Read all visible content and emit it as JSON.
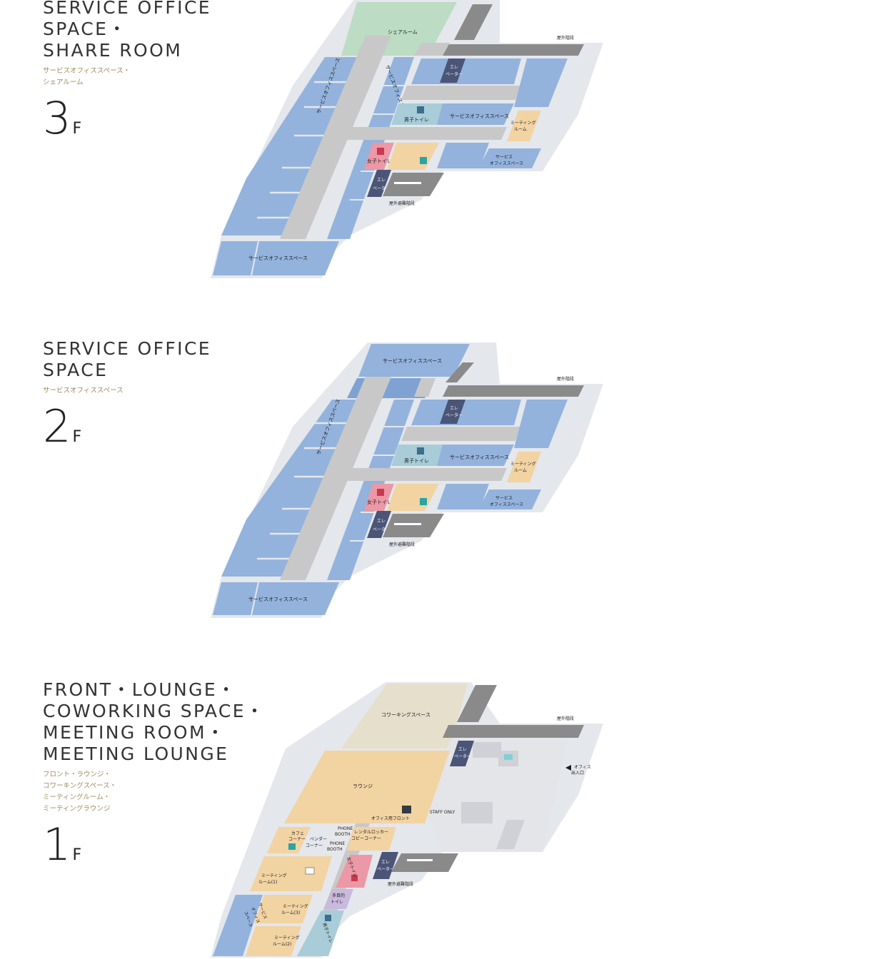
{
  "colors": {
    "office": "#93b3dd",
    "office_dark": "#7fa2d3",
    "corridor": "#c8c8c8",
    "share_room": "#bcdcc4",
    "meeting": "#f2d3a2",
    "lounge": "#f2d3a2",
    "coworking": "#e6dfcb",
    "mens_toilet": "#a8ccd8",
    "womens_toilet": "#ec98a6",
    "multi_toilet": "#c9b9dc",
    "elevator": "#4a5577",
    "stairs": "#8a8a8a",
    "staff_only": "#e4e5e8",
    "outline": "#d9dce2",
    "accent_text": "#a0895a"
  },
  "floors": [
    {
      "id": "3f",
      "title": "SERVICE OFFICE\nSPACE・\nSHARE ROOM",
      "subtitle": "サービスオフィススペース・\nシェアルーム",
      "number": "3",
      "unit": "F",
      "rooms": {
        "share_room": "シェアルーム",
        "office_left": "サービスオフィススペース",
        "office_mid": "サービスオフィススペース",
        "office_right": "サービスオフィススペース",
        "office_bottom": "サービスオフィススペース",
        "office_small_1": "サービス",
        "office_small_2": "オフィススペース",
        "meeting_1": "ミーティング",
        "meeting_2": "ルーム",
        "mens_toilet": "男子トイレ",
        "womens_toilet": "女子トイレ",
        "elevator_1": "エレ",
        "elevator_2": "ベーター",
        "outdoor_stairs": "屋外階段",
        "outdoor_evac_stairs": "屋外避難階段"
      }
    },
    {
      "id": "2f",
      "title": "SERVICE OFFICE\nSPACE",
      "subtitle": "サービスオフィススペース",
      "number": "2",
      "unit": "F",
      "rooms": {
        "office_top": "サービスオフィススペース",
        "office_left": "サービスオフィススペース",
        "office_right": "サービスオフィススペース",
        "office_bottom": "サービスオフィススペース",
        "office_small_1": "サービス",
        "office_small_2": "オフィススペース",
        "meeting_1": "ミーティング",
        "meeting_2": "ルーム",
        "mens_toilet": "男子トイレ",
        "womens_toilet": "女子トイレ",
        "elevator_1": "エレ",
        "elevator_2": "ベーター",
        "outdoor_stairs": "屋外階段",
        "outdoor_evac_stairs": "屋外避難階段"
      }
    },
    {
      "id": "1f",
      "title": "FRONT・LOUNGE・\nCOWORKING SPACE・\nMEETING ROOM・\nMEETING LOUNGE",
      "subtitle": "フロント・ラウンジ・\nコワーキングスペース・\nミーティングルーム・\nミーティングラウンジ",
      "number": "1",
      "unit": "F",
      "rooms": {
        "coworking": "コワーキングスペース",
        "lounge": "ラウンジ",
        "front": "オフィス用フロント",
        "staff_only": "STAFF ONLY",
        "cafe_1": "カフェ",
        "cafe_2": "コーナー",
        "vendor_1": "ベンダー",
        "vendor_2": "コーナー",
        "phone_booth_1a": "PHONE",
        "phone_booth_1b": "BOOTH",
        "phone_booth_2a": "PHONE",
        "phone_booth_2b": "BOOTH",
        "locker_1": "レンタルロッカー",
        "locker_2": "コピーコーナー",
        "meeting_1a": "ミーティング",
        "meeting_1b": "ルーム(1)",
        "meeting_3a": "ミーティング",
        "meeting_3b": "ルーム(3)",
        "meeting_2a": "ミーティング",
        "meeting_2b": "ルーム(2)",
        "office_1": "サービス",
        "office_2": "オフィス",
        "office_3": "スペース",
        "womens_toilet": "女子トイレ",
        "multi_toilet_1": "多目的",
        "multi_toilet_2": "トイレ",
        "mens_toilet": "男子トイレ",
        "elevator_1": "エレ",
        "elevator_2": "ベーター",
        "entrance_1": "オフィス",
        "entrance_2": "出入口",
        "outdoor_stairs": "屋外階段",
        "outdoor_evac_stairs": "屋外避難階段"
      }
    }
  ]
}
